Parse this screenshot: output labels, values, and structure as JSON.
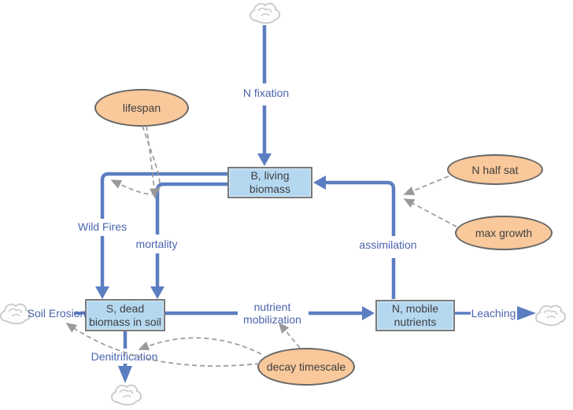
{
  "stocks": {
    "biomass": {
      "label": "B, living\nbiomass"
    },
    "soil": {
      "label": "S, dead\nbiomass in soil"
    },
    "nutrients": {
      "label": "N, mobile\nnutrients"
    }
  },
  "flows": {
    "n_fixation": {
      "label": "N fixation"
    },
    "wild_fires": {
      "label": "Wild Fires"
    },
    "mortality": {
      "label": "mortality"
    },
    "assimilation": {
      "label": "assimilation"
    },
    "nutrient_mobilization": {
      "label": "nutrient\nmobilization"
    },
    "soil_erosion": {
      "label": "Soil Erosion"
    },
    "denitrification": {
      "label": "Denitrification"
    },
    "leaching": {
      "label": "Leaching"
    }
  },
  "variables": {
    "lifespan": {
      "label": "lifespan"
    },
    "n_half_sat": {
      "label": "N half sat"
    },
    "max_growth": {
      "label": "max growth"
    },
    "decay_timescale": {
      "label": "decay timescale"
    }
  },
  "colors": {
    "flow": "#5b7ec1",
    "flow_label": "#4a63ad",
    "stock_fill": "#b5d8f1",
    "stock_border": "#7a7a7a",
    "variable_fill": "#f9c89b",
    "variable_border": "#666666",
    "link": "#9a9a9a",
    "cloud": "#cccccc",
    "text": "#3f3f3f"
  }
}
